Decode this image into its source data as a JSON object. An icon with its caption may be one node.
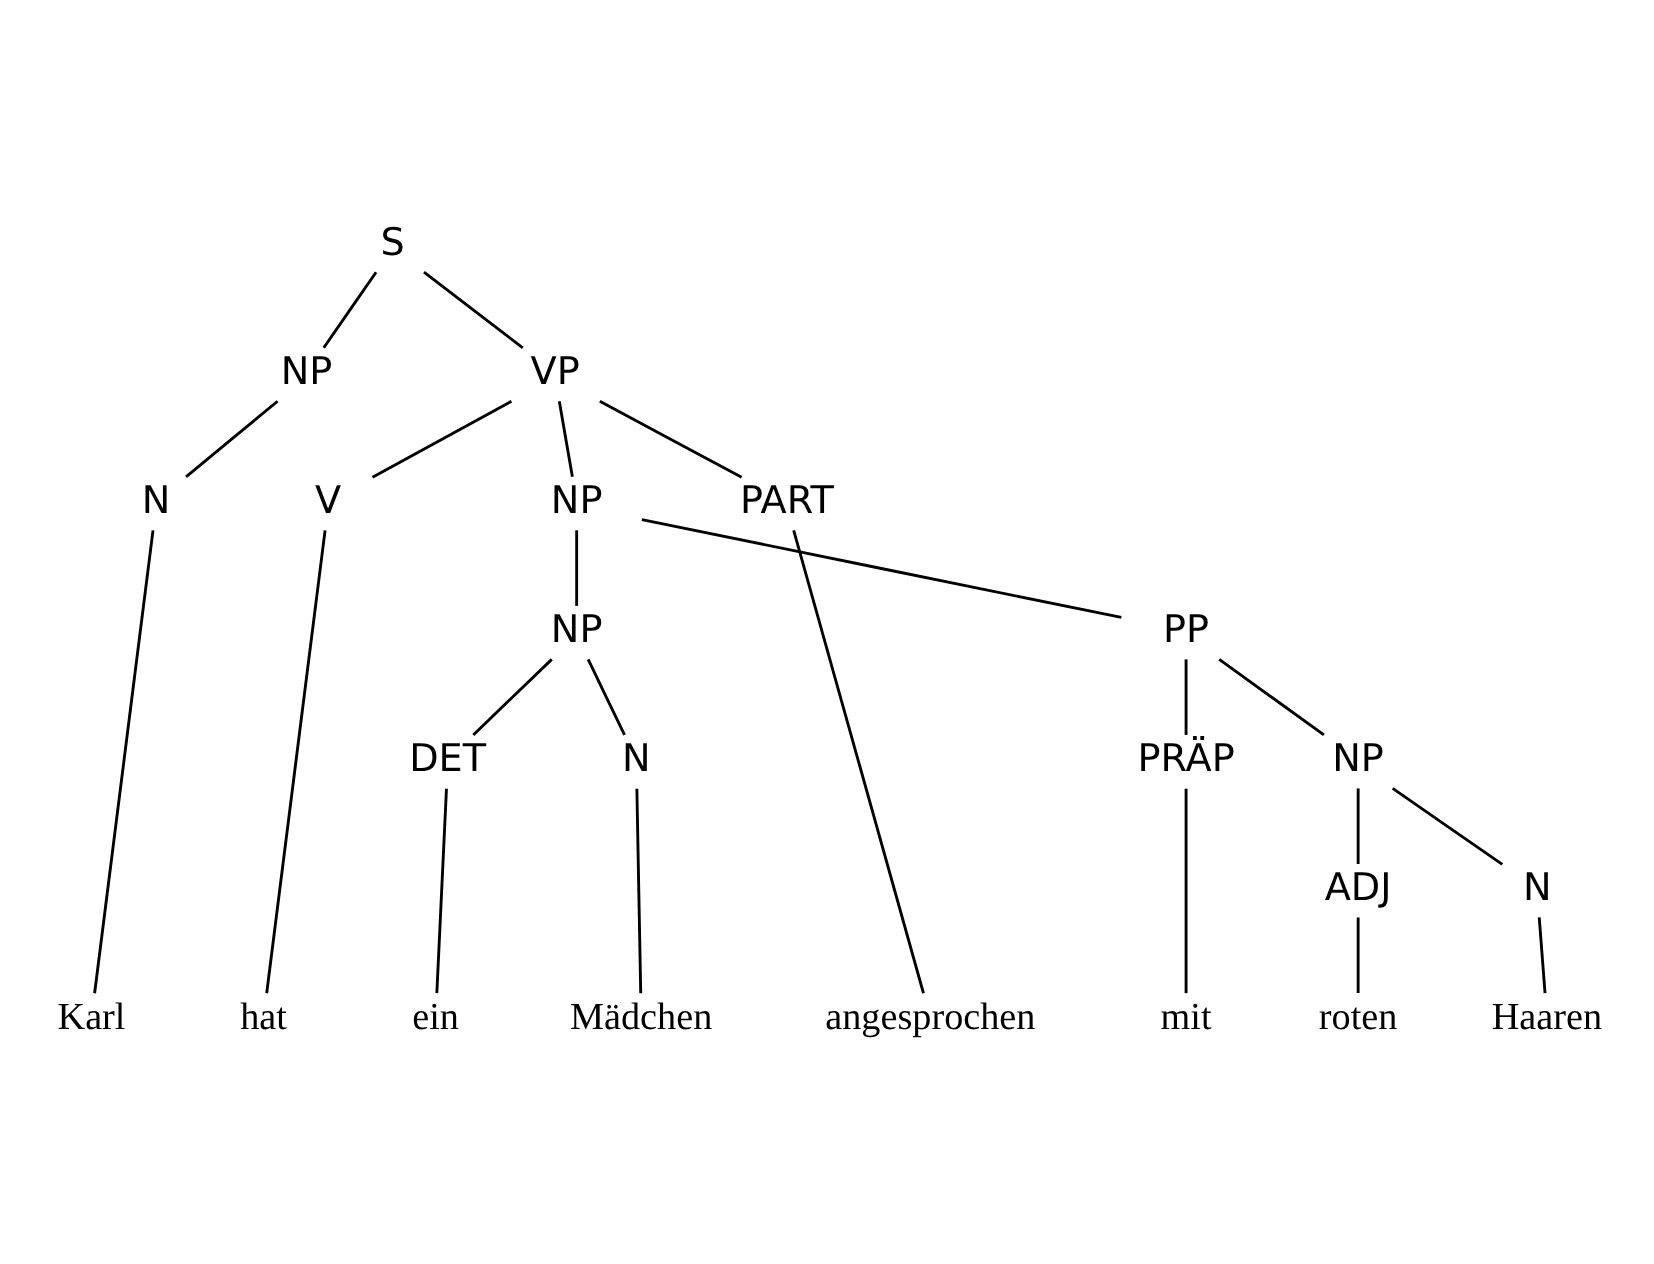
{
  "diagram": {
    "nodes": [
      {
        "text": [
          "S"
        ]
      },
      {
        "text": [
          "NP"
        ]
      },
      {
        "text": [
          "VP"
        ]
      },
      {
        "text": [
          "N"
        ]
      },
      {
        "text": [
          "V"
        ]
      },
      {
        "text": [
          "NP"
        ]
      },
      {
        "text": [
          "PART"
        ]
      },
      {
        "text": [
          "NP"
        ]
      },
      {
        "text": [
          "PP"
        ]
      },
      {
        "text": [
          "DET"
        ]
      },
      {
        "text": [
          "N"
        ]
      },
      {
        "text": [
          "PRÄP"
        ]
      },
      {
        "text": [
          "NP"
        ]
      },
      {
        "text": [
          "ADJ"
        ]
      },
      {
        "text": [
          "N"
        ]
      },
      {
        "text": [
          "Karl"
        ]
      },
      {
        "text": [
          "hat"
        ]
      },
      {
        "text": [
          "ein"
        ]
      },
      {
        "text": [
          "Mädchen"
        ]
      },
      {
        "text": [
          "angesprochen"
        ]
      },
      {
        "text": [
          "mit"
        ]
      },
      {
        "text": [
          "roten"
        ]
      },
      {
        "text": [
          "Haaren"
        ]
      }
    ],
    "edges": [
      {
        "from": 0,
        "to": 1,
        "arrow": "none"
      },
      {
        "from": 0,
        "to": 2,
        "arrow": "none"
      },
      {
        "from": 1,
        "to": 3,
        "arrow": "none"
      },
      {
        "from": 2,
        "to": 4,
        "arrow": "none"
      },
      {
        "from": 2,
        "to": 5,
        "arrow": "none"
      },
      {
        "from": 2,
        "to": 6,
        "arrow": "none"
      },
      {
        "from": 5,
        "to": 7,
        "arrow": "none"
      },
      {
        "from": 5,
        "to": 8,
        "arrow": "none"
      },
      {
        "from": 7,
        "to": 9,
        "arrow": "none"
      },
      {
        "from": 7,
        "to": 10,
        "arrow": "none"
      },
      {
        "from": 8,
        "to": 11,
        "arrow": "none"
      },
      {
        "from": 8,
        "to": 12,
        "arrow": "none"
      },
      {
        "from": 12,
        "to": 13,
        "arrow": "none"
      },
      {
        "from": 12,
        "to": 14,
        "arrow": "none"
      },
      {
        "from": 3,
        "to": 15,
        "arrow": "none"
      },
      {
        "from": 4,
        "to": 16,
        "arrow": "none"
      },
      {
        "from": 9,
        "to": 17,
        "arrow": "none"
      },
      {
        "from": 10,
        "to": 18,
        "arrow": "none"
      },
      {
        "from": 6,
        "to": 19,
        "arrow": "none"
      },
      {
        "from": 11,
        "to": 20,
        "arrow": "none"
      },
      {
        "from": 13,
        "to": 21,
        "arrow": "none"
      },
      {
        "from": 14,
        "to": 22,
        "arrow": "none"
      }
    ]
  }
}
